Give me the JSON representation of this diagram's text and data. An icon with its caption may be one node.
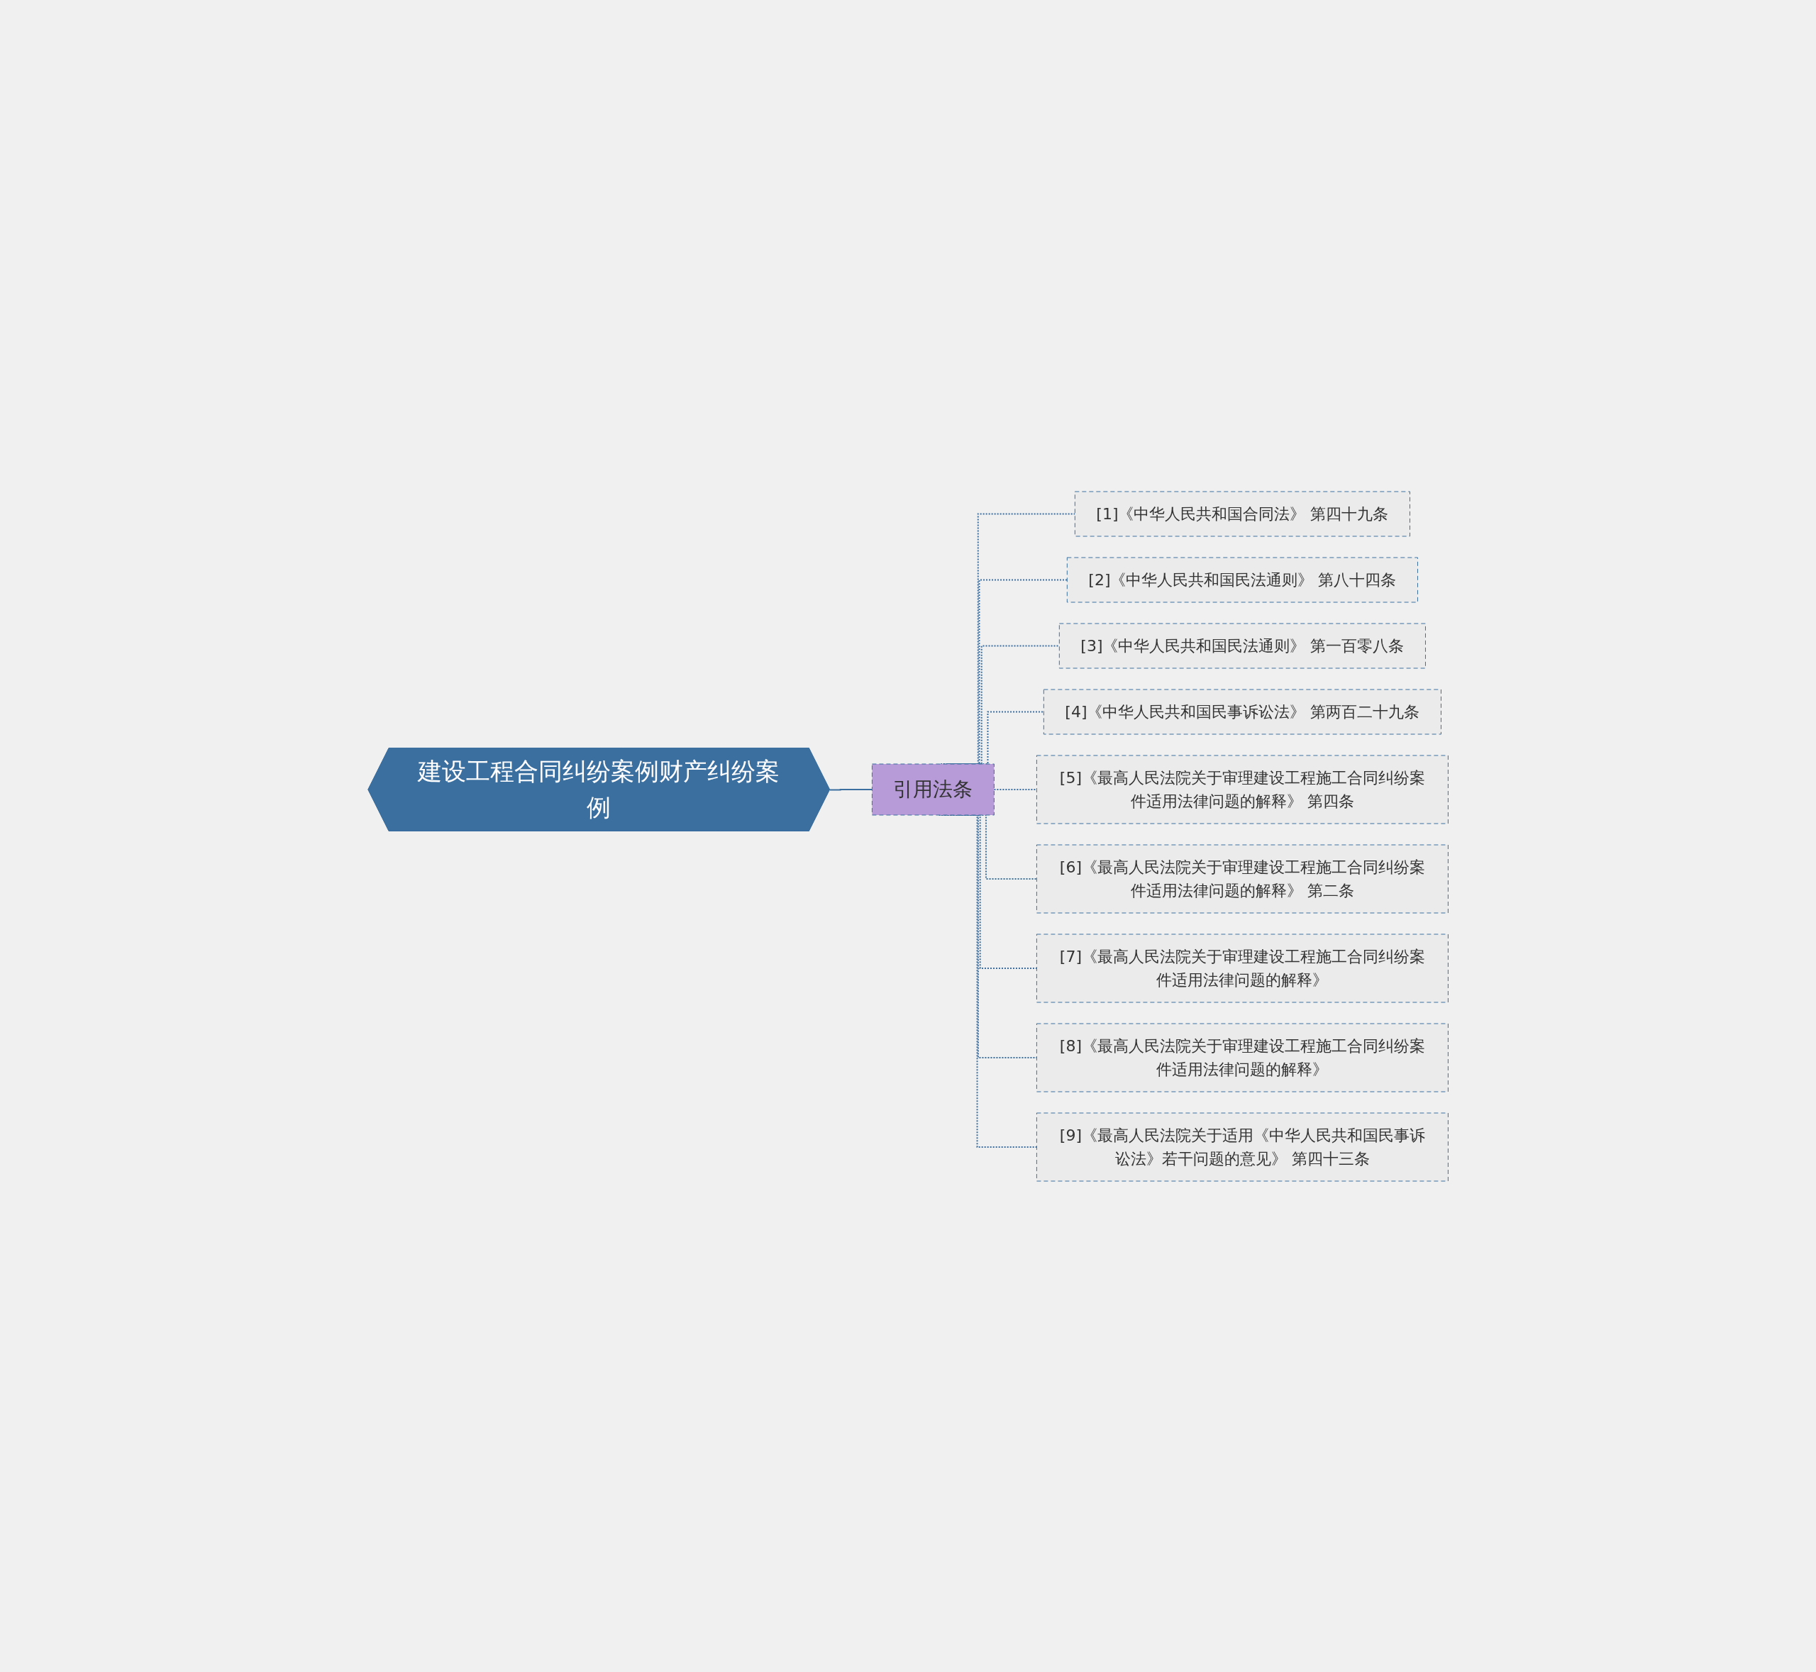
{
  "diagram": {
    "nodes": [
      {
        "text": [
          "建设工程合同纠纷案例财产纠纷案例"
        ]
      },
      {
        "text": [
          "引用法条"
        ]
      },
      {
        "text": [
          "[1]《中华人民共和国合同法》 第四十九条"
        ]
      },
      {
        "text": [
          "[2]《中华人民共和国民法通则》 第八十四条"
        ]
      },
      {
        "text": [
          "[3]《中华人民共和国民法通则》 第一百零八条"
        ]
      },
      {
        "text": [
          "[4]《中华人民共和国民事诉讼法》 第两百二十九条"
        ]
      },
      {
        "text": [
          "[5]《最高人民法院关于审理建设工程施工合同纠纷案件适用法律问题的解释》 第四条"
        ]
      },
      {
        "text": [
          "[6]《最高人民法院关于审理建设工程施工合同纠纷案件适用法律问题的解释》 第二条"
        ]
      },
      {
        "text": [
          "[7]《最高人民法院关于审理建设工程施工合同纠纷案件适用法律问题的解释》"
        ]
      },
      {
        "text": [
          "[8]《最高人民法院关于审理建设工程施工合同纠纷案件适用法律问题的解释》"
        ]
      },
      {
        "text": [
          "[9]《最高人民法院关于适用《中华人民共和国民事诉讼法》若干问题的意见》 第四十三条"
        ]
      }
    ],
    "edges": [
      {
        "from": 0,
        "to": 1,
        "arrow": "none"
      },
      {
        "from": 1,
        "to": 2,
        "arrow": "none",
        "style": "dashed"
      },
      {
        "from": 1,
        "to": 3,
        "arrow": "none",
        "style": "dashed"
      },
      {
        "from": 1,
        "to": 4,
        "arrow": "none",
        "style": "dashed"
      },
      {
        "from": 1,
        "to": 5,
        "arrow": "none",
        "style": "dashed"
      },
      {
        "from": 1,
        "to": 6,
        "arrow": "none",
        "style": "dashed"
      },
      {
        "from": 1,
        "to": 7,
        "arrow": "none",
        "style": "dashed"
      },
      {
        "from": 1,
        "to": 8,
        "arrow": "none",
        "style": "dashed"
      },
      {
        "from": 1,
        "to": 9,
        "arrow": "none",
        "style": "dashed"
      },
      {
        "from": 1,
        "to": 10,
        "arrow": "none",
        "style": "dashed"
      }
    ]
  }
}
